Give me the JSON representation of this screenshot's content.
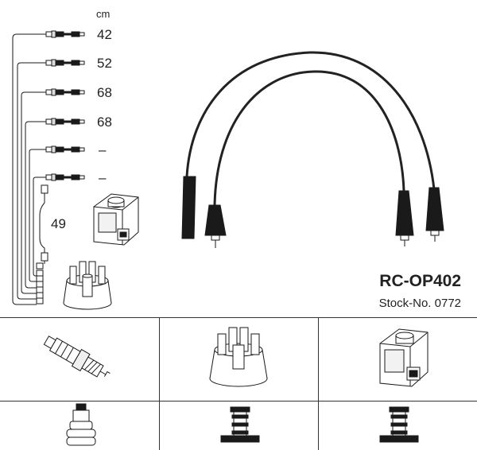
{
  "unit_label": "cm",
  "cable_lengths": [
    "42",
    "52",
    "68",
    "68",
    "–",
    "–"
  ],
  "coil_lead_length": "49",
  "product_code": "RC-OP402",
  "stock_number": "Stock-No. 0772",
  "colors": {
    "line": "#1a1a1a",
    "cable": "#222222",
    "grid": "#333333",
    "background": "#ffffff"
  },
  "icons": [
    "ignition-cable-icon",
    "ignition-coil-icon",
    "distributor-cap-icon",
    "spark-plug-icon",
    "plug-connector-icon",
    "cap-connector-icon",
    "coil-connector-icon"
  ]
}
